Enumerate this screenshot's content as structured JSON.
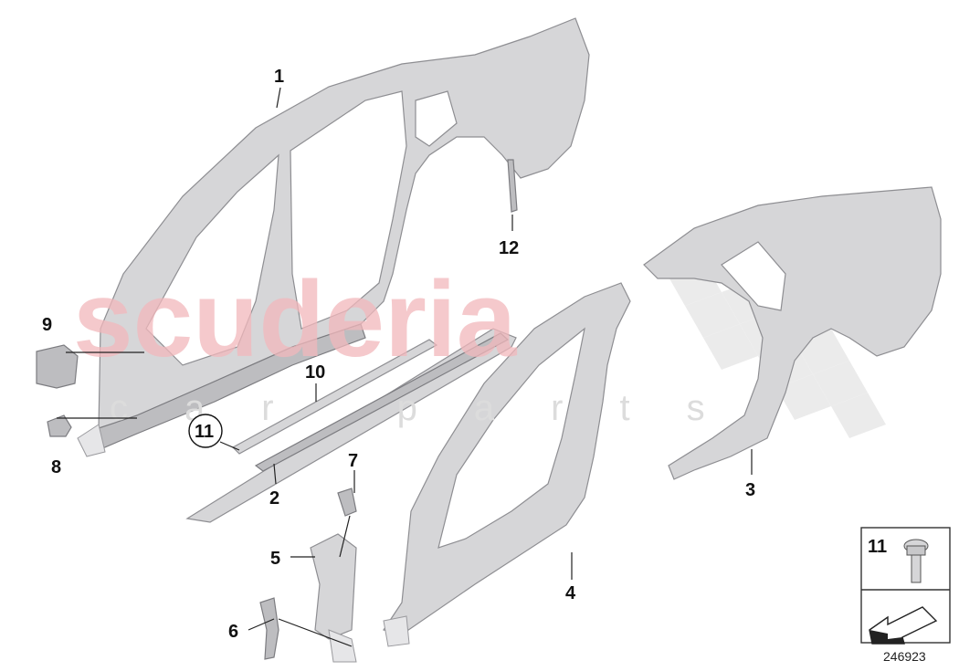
{
  "watermark": {
    "brand": "scuderia",
    "sub": "car parts"
  },
  "callouts": {
    "c1": "1",
    "c2": "2",
    "c3": "3",
    "c4": "4",
    "c5": "5",
    "c6": "6",
    "c7": "7",
    "c8": "8",
    "c9": "9",
    "c10": "10",
    "c11": "11",
    "c12": "12"
  },
  "legend": {
    "label": "11"
  },
  "reference_number": "246923",
  "colors": {
    "part_fill": "#d6d6d8",
    "watermark": "#f2b8bc"
  }
}
